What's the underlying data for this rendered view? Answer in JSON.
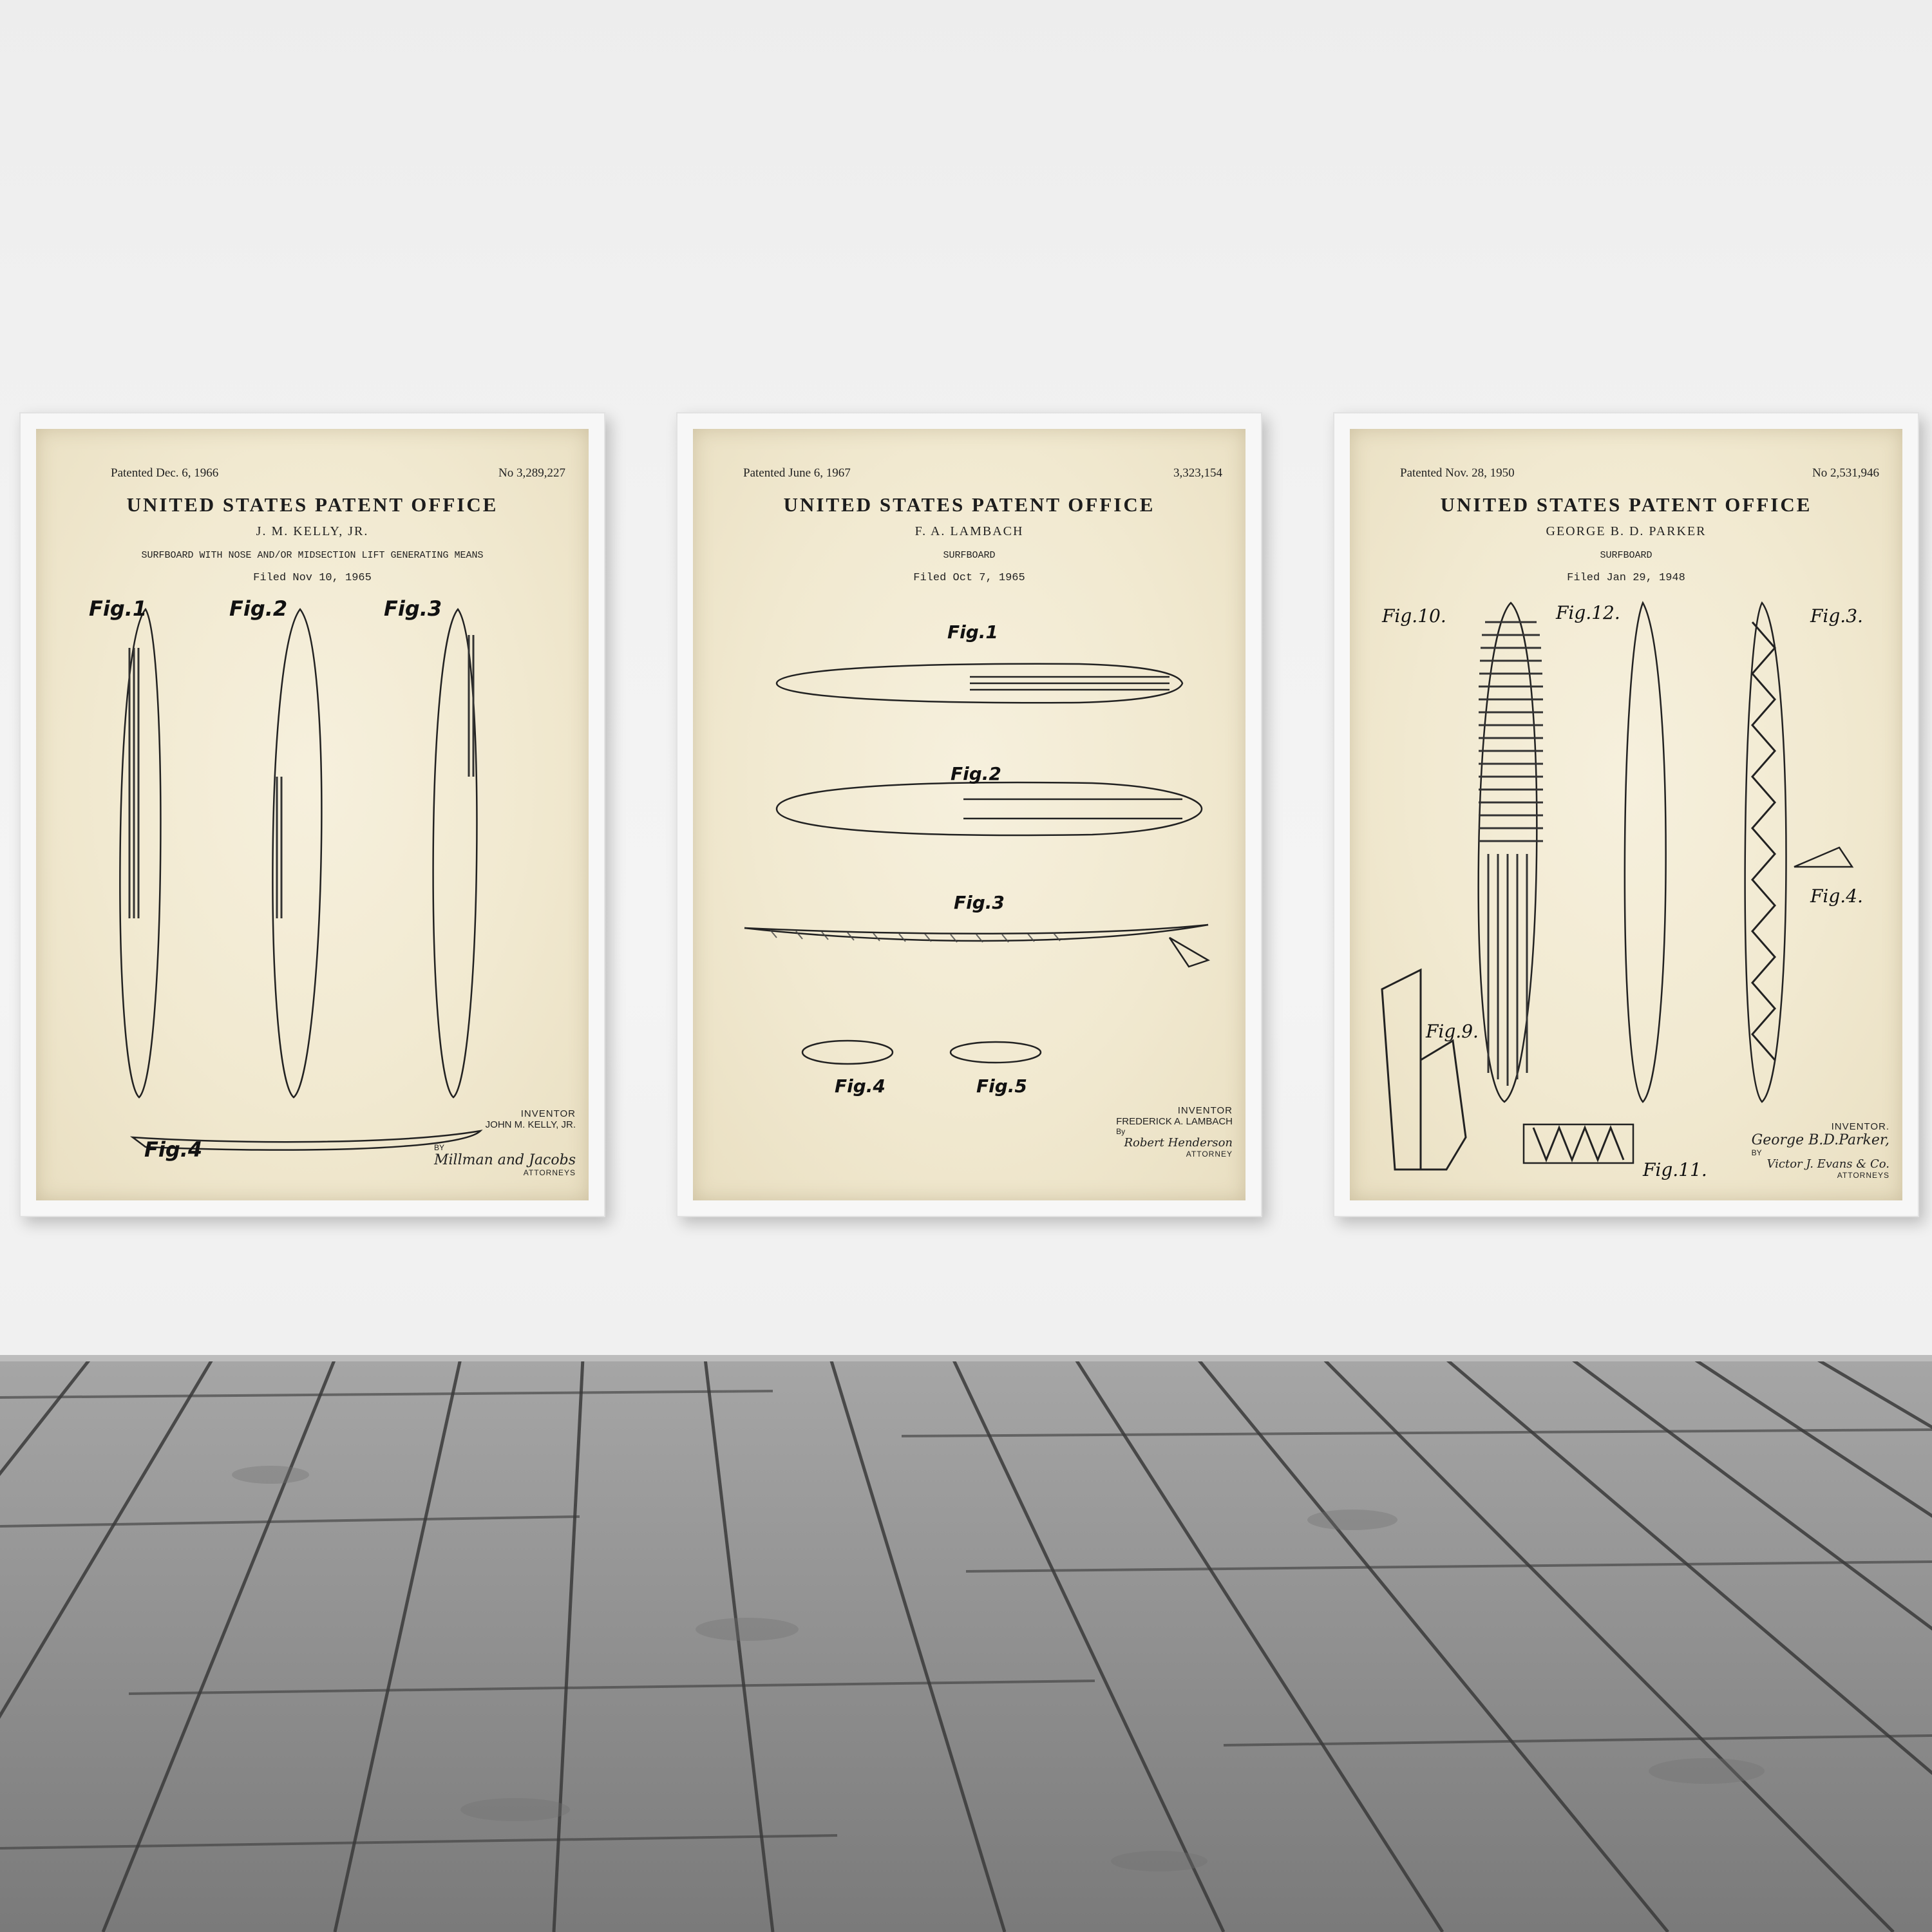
{
  "scene": {
    "wall_color": "#efefef",
    "floor_color": "#8f8f8f",
    "frame_color": "#f7f7f7",
    "paper_color": "#f2ead2"
  },
  "posters": [
    {
      "patented": "Patented Dec. 6, 1966",
      "number": "No 3,289,227",
      "office": "UNITED STATES PATENT OFFICE",
      "inventor": "J. M. KELLY, JR.",
      "title": "SURFBOARD WITH NOSE AND/OR MIDSECTION LIFT GENERATING MEANS",
      "filed": "Filed Nov 10, 1965",
      "figs": [
        "Fig.1",
        "Fig.2",
        "Fig.3",
        "Fig.4"
      ],
      "inventor_label": "INVENTOR",
      "inventor_name": "JOHN M. KELLY, JR.",
      "by": "BY",
      "signature": "Millman and Jacobs",
      "attorneys": "ATTORNEYS"
    },
    {
      "patented": "Patented June 6, 1967",
      "number": "3,323,154",
      "office": "UNITED STATES PATENT OFFICE",
      "inventor": "F. A. LAMBACH",
      "title": "SURFBOARD",
      "filed": "Filed Oct 7, 1965",
      "figs": [
        "Fig.1",
        "Fig.2",
        "Fig.3",
        "Fig.4",
        "Fig.5"
      ],
      "inventor_label": "INVENTOR",
      "inventor_name": "FREDERICK A. LAMBACH",
      "by": "By",
      "signature": "Robert Henderson",
      "attorneys": "ATTORNEY"
    },
    {
      "patented": "Patented Nov. 28, 1950",
      "number": "No 2,531,946",
      "office": "UNITED STATES PATENT OFFICE",
      "inventor": "GEORGE B. D. PARKER",
      "title": "SURFBOARD",
      "filed": "Filed Jan 29, 1948",
      "figs": [
        "Fig.10.",
        "Fig.12.",
        "Fig.3.",
        "Fig.4.",
        "Fig.9.",
        "Fig.11."
      ],
      "inventor_label": "INVENTOR.",
      "inventor_name": "George B.D.Parker,",
      "by": "BY",
      "signature": "Victor J. Evans & Co.",
      "attorneys": "ATTORNEYS"
    }
  ]
}
